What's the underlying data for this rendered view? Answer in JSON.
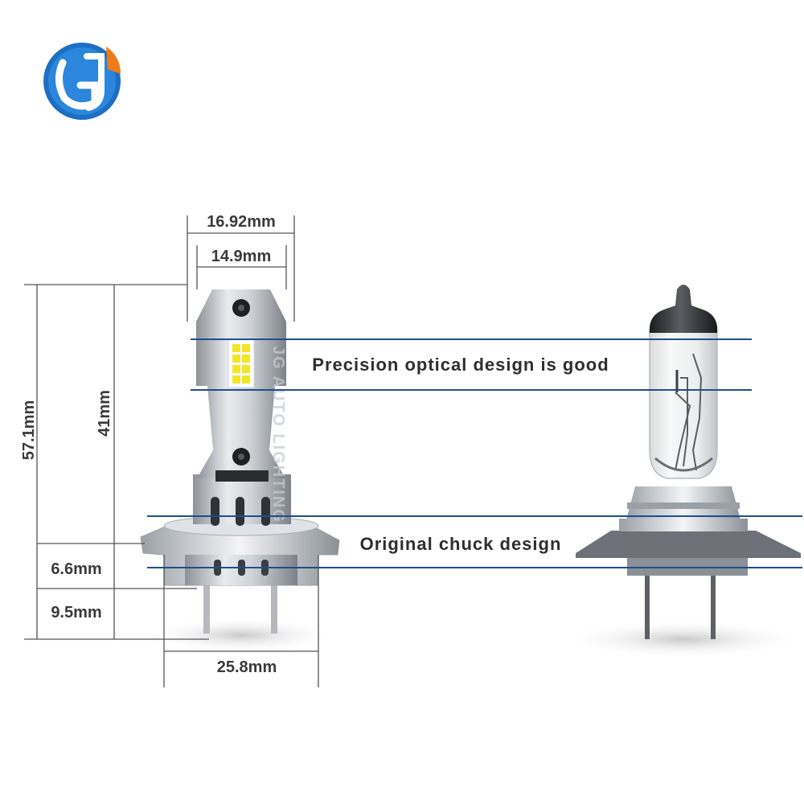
{
  "logo": {
    "text": "JG",
    "colors": {
      "ring": "#1d6fc4",
      "accent": "#f07a1a"
    }
  },
  "watermark": {
    "text": "JG AUTO LIGHTING"
  },
  "dimensions": {
    "top_outer_width": "16.92mm",
    "top_inner_width": "14.9mm",
    "total_height": "57.1mm",
    "body_height": "41mm",
    "flange_height": "6.6mm",
    "pin_height": "9.5mm",
    "flange_width": "25.8mm"
  },
  "features": {
    "optical": "Precision optical design is good",
    "chuck": "Original chuck design"
  },
  "colors": {
    "guide_line": "#1f4e8c",
    "dim_line": "#555555",
    "led_chip": "#f2e629"
  }
}
